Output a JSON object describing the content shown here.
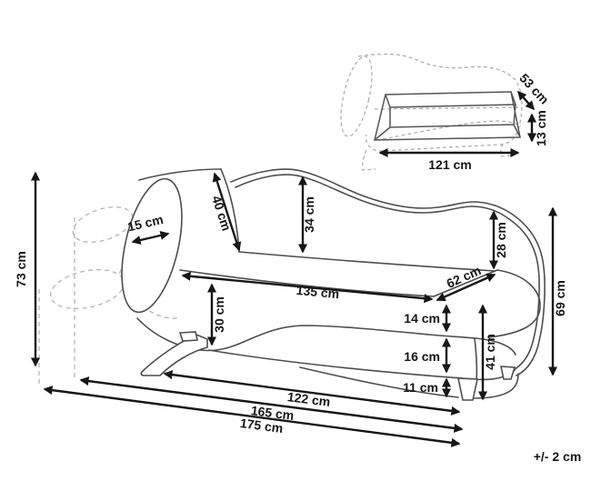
{
  "diagram": {
    "type": "furniture-dimension-diagram",
    "subject": "left-hand chaise lounge with storage, adjustable armrest",
    "units": "cm"
  },
  "main_view": {
    "overall_height": "73 cm",
    "armrest_width": "15 cm",
    "armrest_length": "40 cm",
    "backrest_height": "34 cm",
    "backrest_height_right": "28 cm",
    "seat_length": "135 cm",
    "seat_depth": "62 cm",
    "seat_height_front": "30 cm",
    "cushion_side_height": "14 cm",
    "base_side_height": "16 cm",
    "leg_height": "11 cm",
    "base_total_height": "41 cm",
    "right_end_height": "69 cm",
    "floor_length_to_leg": "122 cm",
    "floor_length_mid": "165 cm",
    "overall_length": "175 cm"
  },
  "inset_view": {
    "storage_depth": "53 cm",
    "storage_height": "13 cm",
    "storage_length": "121 cm"
  },
  "footer": {
    "tolerance": "+/- 2 cm"
  }
}
